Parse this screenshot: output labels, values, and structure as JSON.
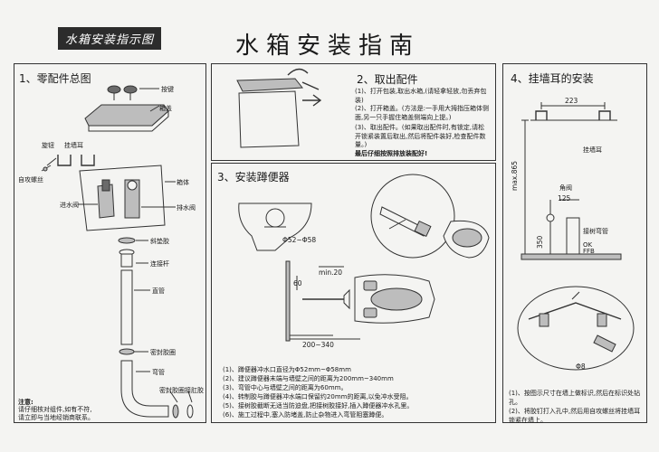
{
  "header": {
    "tag": "水箱安装指示图",
    "title": "水箱安装指南"
  },
  "sections": {
    "parts": {
      "title": "1、零配件总图",
      "labels": [
        "按键",
        "箱盖",
        "箱体",
        "排水阀",
        "进水阀",
        "旋钮",
        "挂墙耳",
        "自攻螺丝",
        "斜垫胶",
        "连接杆",
        "直管",
        "密封胶圈",
        "弯管",
        "密封胶圈",
        "接肛胶"
      ],
      "note_title": "注意:",
      "note_lines": [
        "请仔细核对组件,如有不符,",
        "请立即与当地经销商联系。"
      ]
    },
    "remove": {
      "title": "2、取出配件",
      "steps": [
        "(1)、打开包装,取出水箱,(请轻拿轻放,勿丢弃包装)",
        "(2)、打开箱盖。(方法是:一手用大拇指压箱体侧面,另一只手握住箱盖侧端向上提。)",
        "(3)、取出配件。(如果取出配件时,有锁定,请松开锁紧装置后取出,然后将配件装好,检查配件数量。)",
        "最后仔细按照排放装配好!"
      ]
    },
    "squat": {
      "title": "3、安装蹲便器",
      "dim_pipe": "Φ52~Φ58",
      "dim_min": "min.20",
      "dim_60": "60",
      "dim_range": "200~340",
      "steps": [
        "(1)、蹲便器冲水口直径为Φ52mm~Φ58mm",
        "(2)、建议蹲便器末端与墙壁之间的距离为200mm~340mm",
        "(3)、弯管中心与墙壁之间的距离为60mm。",
        "(4)、转制胶与蹲便器冲水端口保留约20mm的距离,以免冲水受阻。",
        "(5)、接树胶截断无适当防迫盘,把接树胶接好,插入蹲便器冲水孔里。",
        "(6)、施工过程中,塞入防堵盖,防止杂物进入弯管阻塞蹲便。"
      ]
    },
    "wall": {
      "title": "4、挂墙耳的安装",
      "dim_223": "223",
      "dim_865": "max.865",
      "dim_125": "125",
      "dim_350": "350",
      "dim_d8": "Φ8",
      "lbl_ear": "挂墙耳",
      "lbl_angle": "角阀",
      "lbl_pipe": "接树弯管",
      "lbl_ok": "OK",
      "lbl_ffb": "FFB",
      "steps": [
        "(1)、按图示尺寸在墙上做标识,然后在标识处钻孔。",
        "(2)、将胶钉打入孔中,然后用自攻螺丝将挂墙耳锁紧在墙上。"
      ]
    }
  }
}
